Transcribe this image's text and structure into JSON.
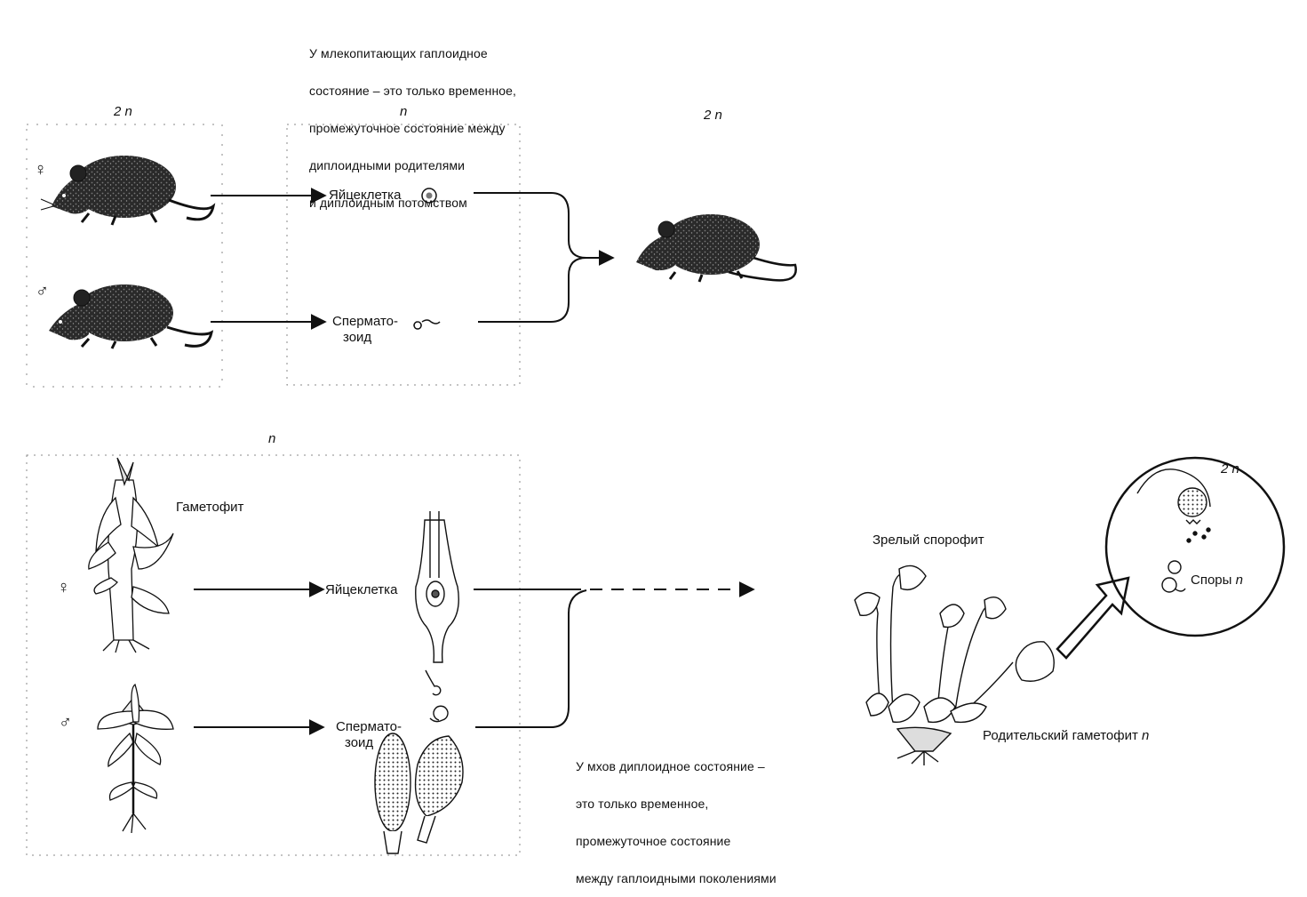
{
  "mammal": {
    "note_lines": [
      "У млекопитающих гаплоидное",
      "состояние – это только временное,",
      "промежуточное состояние между",
      "диплоидными родителями",
      "и диплоидным потомством"
    ],
    "ploidy_parents": "2 n",
    "ploidy_gametes": "n",
    "ploidy_offspring": "2 n",
    "egg_label": "Яйцеклетка",
    "sperm_label_1": "Спермато-",
    "sperm_label_2": "зоид",
    "female_symbol": "♀",
    "male_symbol": "♂"
  },
  "moss": {
    "ploidy_gametophyte": "n",
    "gametophyte_label": "Гаметофит",
    "egg_label": "Яйцеклетка",
    "sperm_label_1": "Спермато-",
    "sperm_label_2": "зоид",
    "female_symbol": "♀",
    "male_symbol": "♂",
    "note_lines": [
      "У мхов диплоидное состояние –",
      "это только временное,",
      "промежуточное состояние",
      "между гаплоидными поколениями"
    ],
    "mature_sporophyte_label": "Зрелый спорофит",
    "parent_gametophyte_label": "Родительский гаметофит",
    "parent_gametophyte_ploidy": "n",
    "inset_ploidy": "2 n",
    "spores_label": "Споры",
    "spores_ploidy": "n"
  }
}
